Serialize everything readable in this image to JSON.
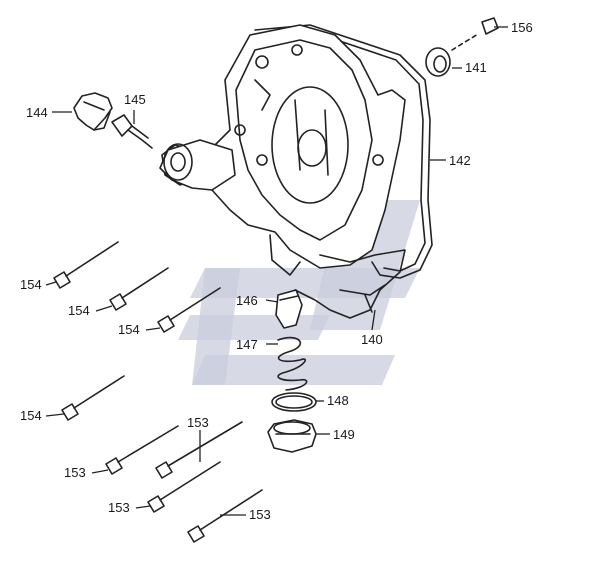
{
  "labels": {
    "p140": "140",
    "p141": "141",
    "p142": "142",
    "p144": "144",
    "p145": "145",
    "p146": "146",
    "p147": "147",
    "p148": "148",
    "p149": "149",
    "p153a": "153",
    "p153b": "153",
    "p153c": "153",
    "p153d": "153",
    "p154a": "154",
    "p154b": "154",
    "p154c": "154",
    "p154d": "154",
    "p156": "156"
  },
  "colors": {
    "line": "#222222",
    "watermark": "#c9ccdc"
  }
}
